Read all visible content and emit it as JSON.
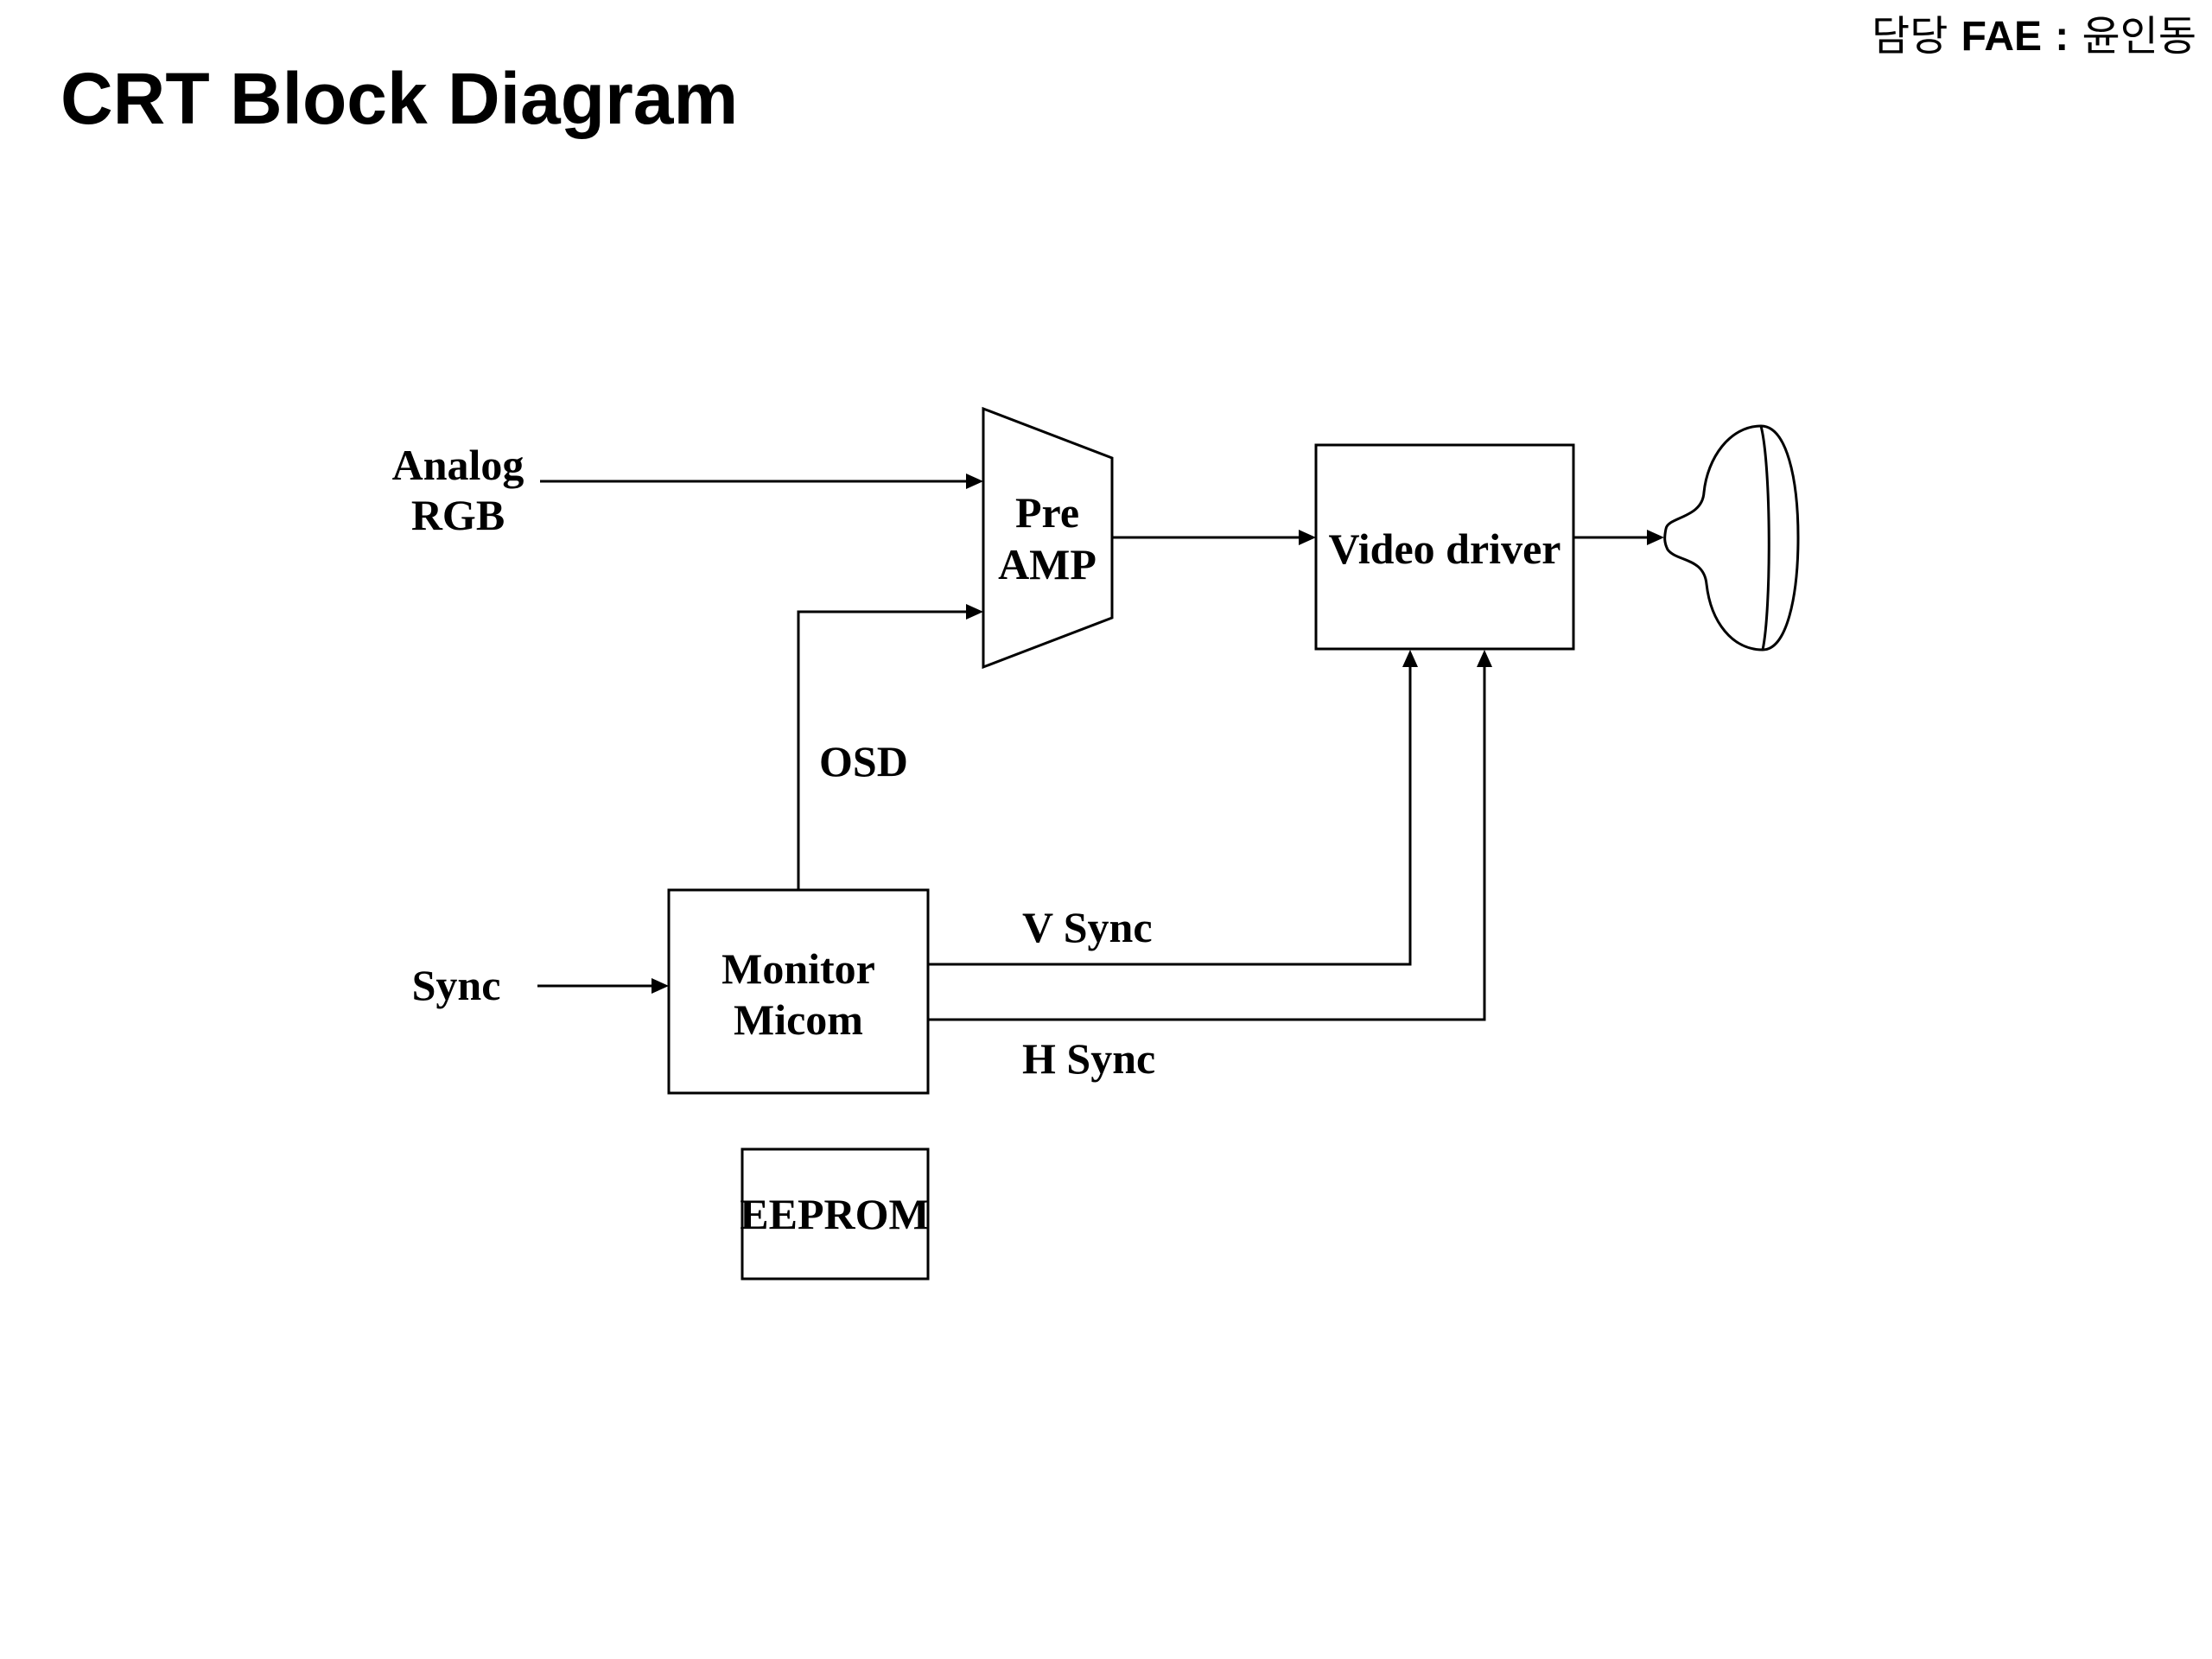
{
  "title": "CRT Block Diagram",
  "owner": {
    "prefix": "담당",
    "role": "FAE",
    "separator": ":",
    "name": "윤인동"
  },
  "inputs": {
    "analog_rgb_line1": "Analog",
    "analog_rgb_line2": "RGB",
    "sync": "Sync"
  },
  "blocks": {
    "pre_amp_line1": "Pre",
    "pre_amp_line2": "AMP",
    "video_driver": "Video driver",
    "monitor_micom_line1": "Monitor",
    "monitor_micom_line2": "Micom",
    "eeprom": "EEPROM"
  },
  "signals": {
    "osd": "OSD",
    "v_sync": "V Sync",
    "h_sync": "H Sync"
  },
  "output_device": "crt-tube-icon"
}
